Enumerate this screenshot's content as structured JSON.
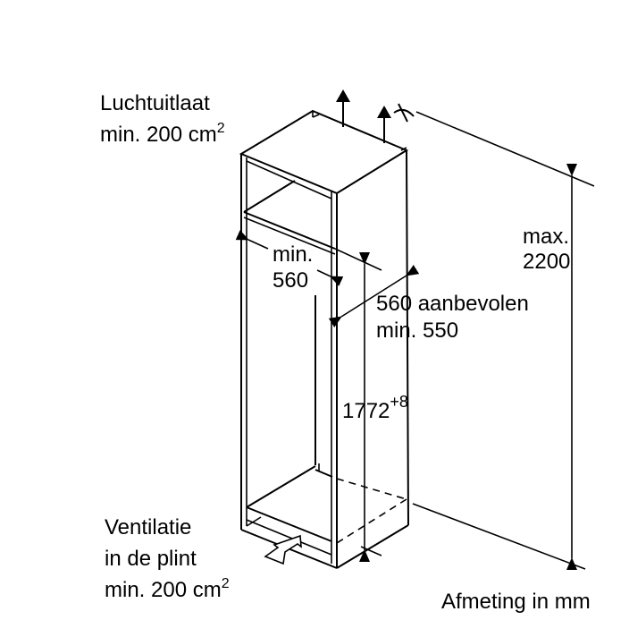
{
  "labels": {
    "air_outlet_line1": "Luchtuitlaat",
    "air_outlet_line2": "min. 200 cm",
    "air_outlet_sup": "2",
    "max_height_line1": "max.",
    "max_height_line2": "2200",
    "width_line1": "min.",
    "width_line2": "560",
    "depth_line1": "560 aanbevolen",
    "depth_line2": "min. 550",
    "niche_height": "1772",
    "niche_height_tolerance": "+8",
    "ventilation_line1": "Ventilatie",
    "ventilation_line2": "in de plint",
    "ventilation_line3": "min. 200 cm",
    "ventilation_sup": "2",
    "units": "Afmeting in mm"
  }
}
